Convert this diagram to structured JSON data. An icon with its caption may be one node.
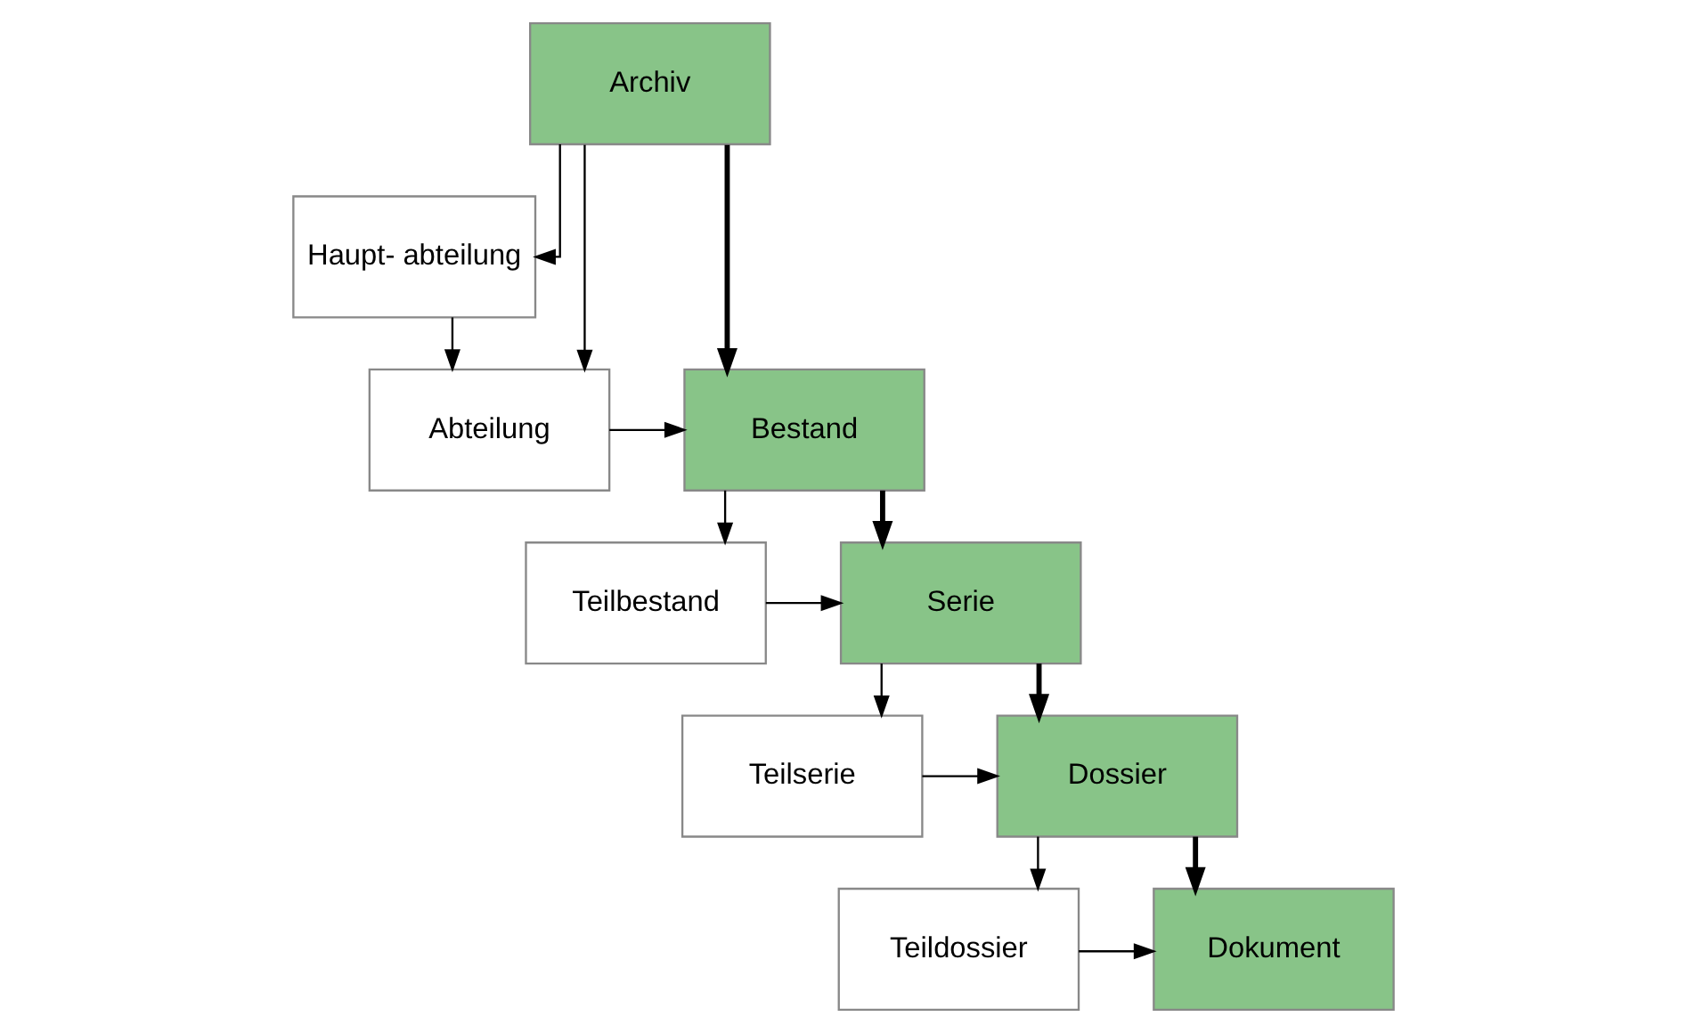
{
  "diagram": {
    "nodes": [
      {
        "text": [
          "Archiv"
        ]
      },
      {
        "text": [
          "Haupt- abteilung"
        ]
      },
      {
        "text": [
          "Abteilung"
        ]
      },
      {
        "text": [
          "Bestand"
        ]
      },
      {
        "text": [
          "Teilbestand"
        ]
      },
      {
        "text": [
          "Serie"
        ]
      },
      {
        "text": [
          "Teilserie"
        ]
      },
      {
        "text": [
          "Dossier"
        ]
      },
      {
        "text": [
          "Teildossier"
        ]
      },
      {
        "text": [
          "Dokument"
        ]
      }
    ],
    "edges": [
      {
        "from": 0,
        "to": 3,
        "arrow": "to",
        "style": "thick"
      },
      {
        "from": 0,
        "to": 1,
        "arrow": "to"
      },
      {
        "from": 0,
        "to": 2,
        "arrow": "to"
      },
      {
        "from": 1,
        "to": 2,
        "arrow": "to"
      },
      {
        "from": 2,
        "to": 3,
        "arrow": "to"
      },
      {
        "from": 3,
        "to": 4,
        "arrow": "to"
      },
      {
        "from": 3,
        "to": 5,
        "arrow": "to",
        "style": "thick"
      },
      {
        "from": 4,
        "to": 5,
        "arrow": "to"
      },
      {
        "from": 5,
        "to": 6,
        "arrow": "to"
      },
      {
        "from": 5,
        "to": 7,
        "arrow": "to",
        "style": "thick"
      },
      {
        "from": 6,
        "to": 7,
        "arrow": "to"
      },
      {
        "from": 7,
        "to": 8,
        "arrow": "to"
      },
      {
        "from": 7,
        "to": 9,
        "arrow": "to",
        "style": "thick"
      },
      {
        "from": 8,
        "to": 9,
        "arrow": "to"
      }
    ]
  }
}
